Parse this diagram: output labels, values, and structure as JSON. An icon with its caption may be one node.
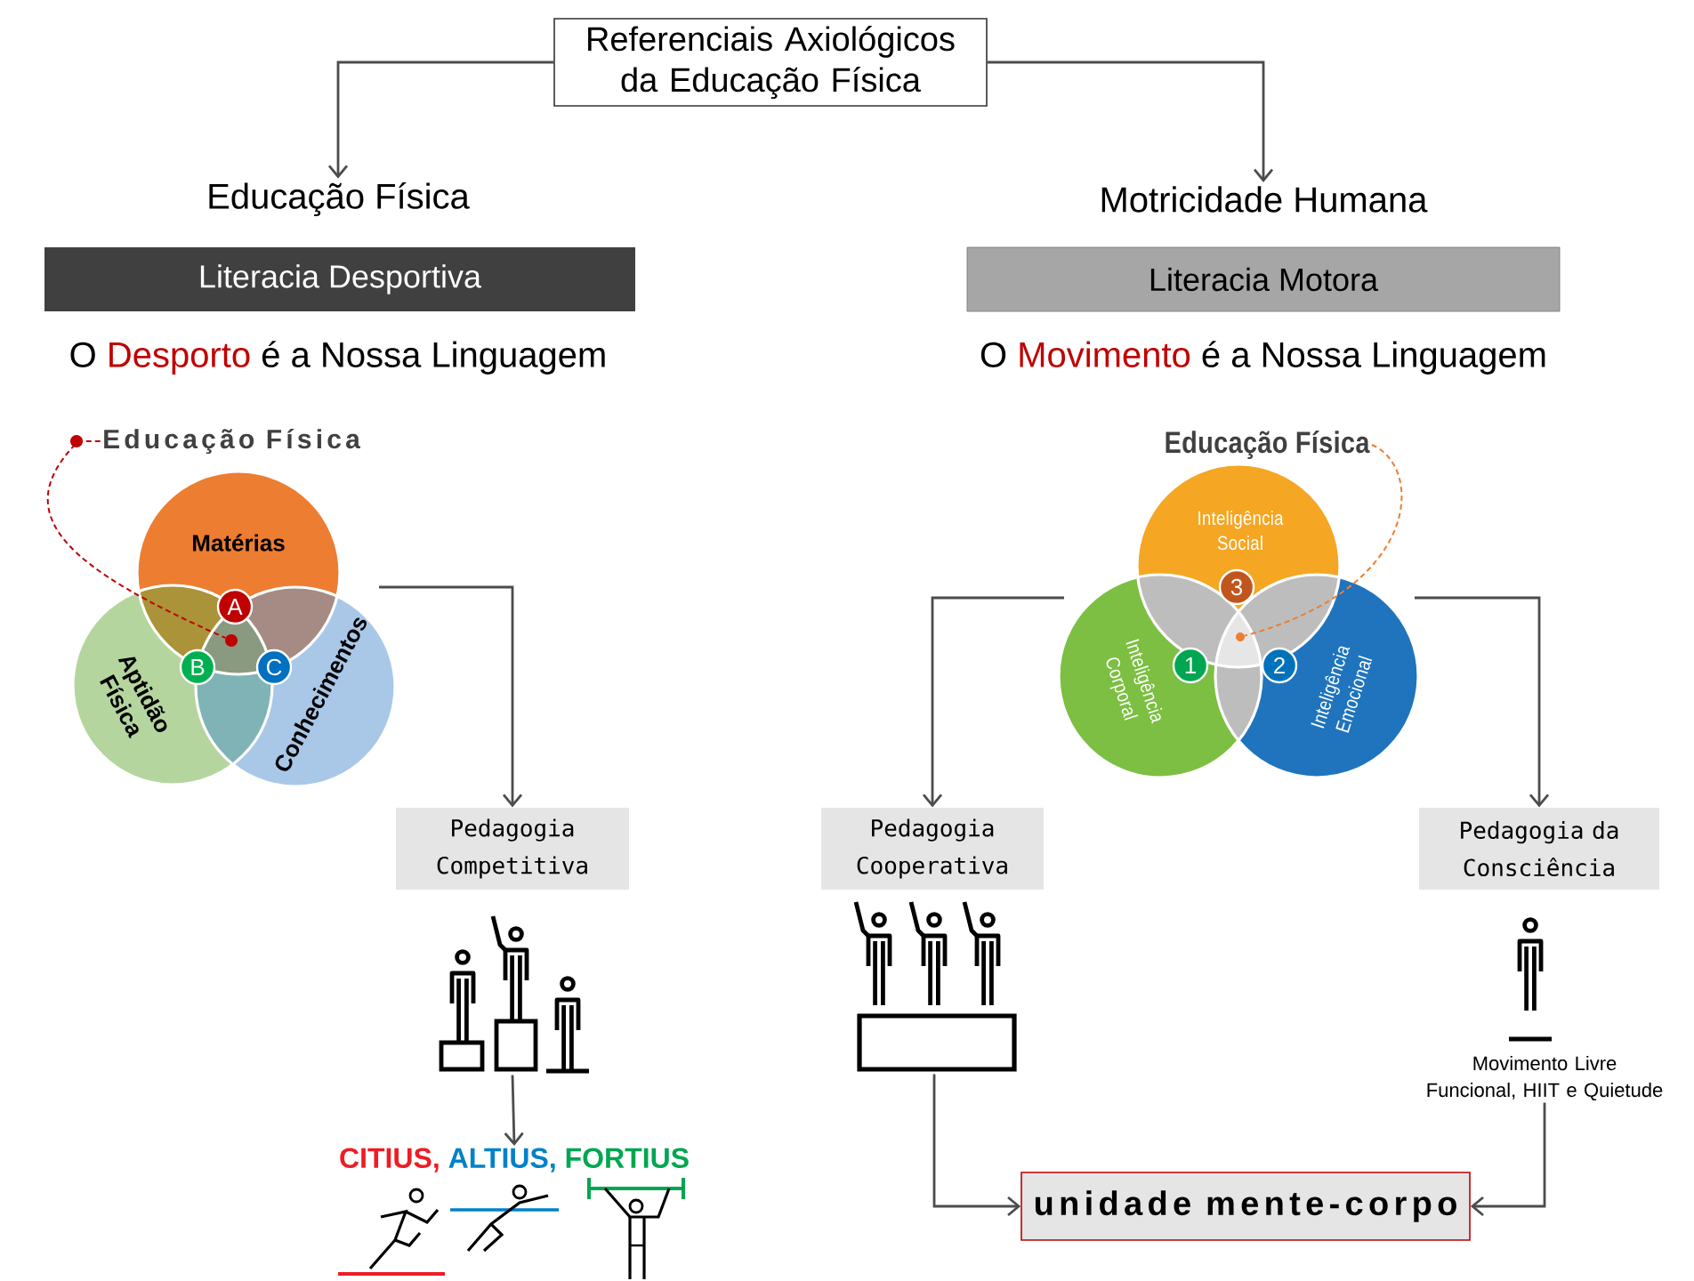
{
  "diagram": {
    "nodes": [
      {
        "text": [
          "Referenciais Axiológicos da Educação Física"
        ]
      },
      {
        "text": [
          "Educação Física"
        ]
      },
      {
        "text": [
          "Motricidade Humana"
        ]
      },
      {
        "text": [
          "Literacia Desportiva"
        ]
      },
      {
        "text": [
          "Literacia Motora"
        ]
      },
      {
        "text": [
          "Educação Física"
        ]
      },
      {
        "text": [
          "Matérias"
        ]
      },
      {
        "text": [
          "Aptidão Física"
        ]
      },
      {
        "text": [
          "Conhecimentos"
        ]
      },
      {
        "text": [
          "A"
        ],
        "in": 6
      },
      {
        "text": [
          "B"
        ],
        "in": 7
      },
      {
        "text": [
          "C"
        ],
        "in": 8
      },
      {
        "text": [
          "Educação Física"
        ]
      },
      {
        "text": [
          "Inteligência Social"
        ]
      },
      {
        "text": [
          "Inteligência Corporal"
        ]
      },
      {
        "text": [
          "Inteligência Emocional"
        ]
      },
      {
        "text": [
          "3"
        ],
        "in": 13
      },
      {
        "text": [
          "1"
        ],
        "in": 14
      },
      {
        "text": [
          "2"
        ],
        "in": 15
      },
      {
        "text": [
          "Pedagogia Competitiva"
        ]
      },
      {
        "text": [
          "Pedagogia Cooperativa"
        ]
      },
      {
        "text": [
          "Pedagogia da Consciência"
        ]
      },
      {
        "text": [],
        "shape": "picture"
      },
      {
        "text": [
          "CITIUS,",
          "ALTIUS,",
          "FORTIUS"
        ]
      },
      {
        "text": [],
        "shape": "picture"
      },
      {
        "text": [
          "Movimento Livre Funcional, HIIT e Quietude"
        ]
      },
      {
        "text": [
          "unidade mente-corpo"
        ]
      },
      {
        "text": [],
        "shape": "circle"
      },
      {
        "text": [],
        "shape": "circle"
      }
    ],
    "edges": [
      {
        "from": 0,
        "to": 1,
        "arrow": "to"
      },
      {
        "from": 0,
        "to": 2,
        "arrow": "to"
      },
      {
        "from": 5,
        "to": 27,
        "arrow": "none",
        "style": "dashed",
        "color": "#c00000"
      },
      {
        "from": 12,
        "to": 28,
        "arrow": "none",
        "style": "dashed",
        "color": "#ed7d31"
      },
      {
        "from": 8,
        "to": 19,
        "arrow": "to"
      },
      {
        "from": 14,
        "to": 20,
        "arrow": "to"
      },
      {
        "from": 15,
        "to": 21,
        "arrow": "to"
      },
      {
        "from": 22,
        "to": 23,
        "arrow": "to"
      },
      {
        "from": 24,
        "to": 26,
        "arrow": "to"
      },
      {
        "from": 25,
        "to": 26,
        "arrow": "to"
      }
    ],
    "labels": [
      "O",
      "Desporto",
      "é a Nossa Linguagem",
      "O",
      "Movimento",
      "é a Nossa Linguagem"
    ]
  }
}
